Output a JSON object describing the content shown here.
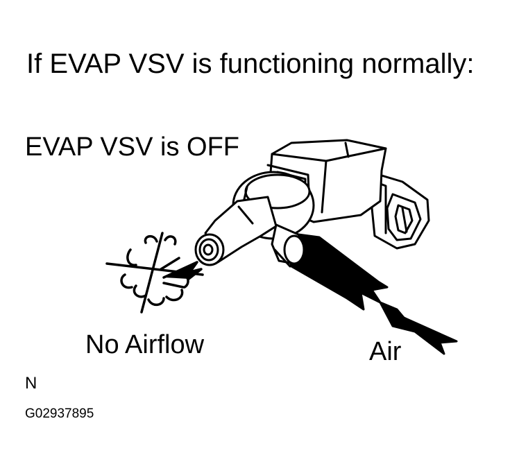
{
  "diagram": {
    "title": "If EVAP VSV is functioning normally:",
    "state_label": "EVAP VSV is OFF",
    "outlet_label": "No Airflow",
    "inlet_label": "Air",
    "note_mark": "N",
    "figure_id": "G02937895"
  },
  "colors": {
    "ink": "#000000",
    "paper": "#ffffff"
  },
  "icons": [
    "vsv-valve-icon",
    "no-airflow-cross-icon",
    "air-inlet-arrow-icon",
    "vacuum-hose-icon"
  ]
}
